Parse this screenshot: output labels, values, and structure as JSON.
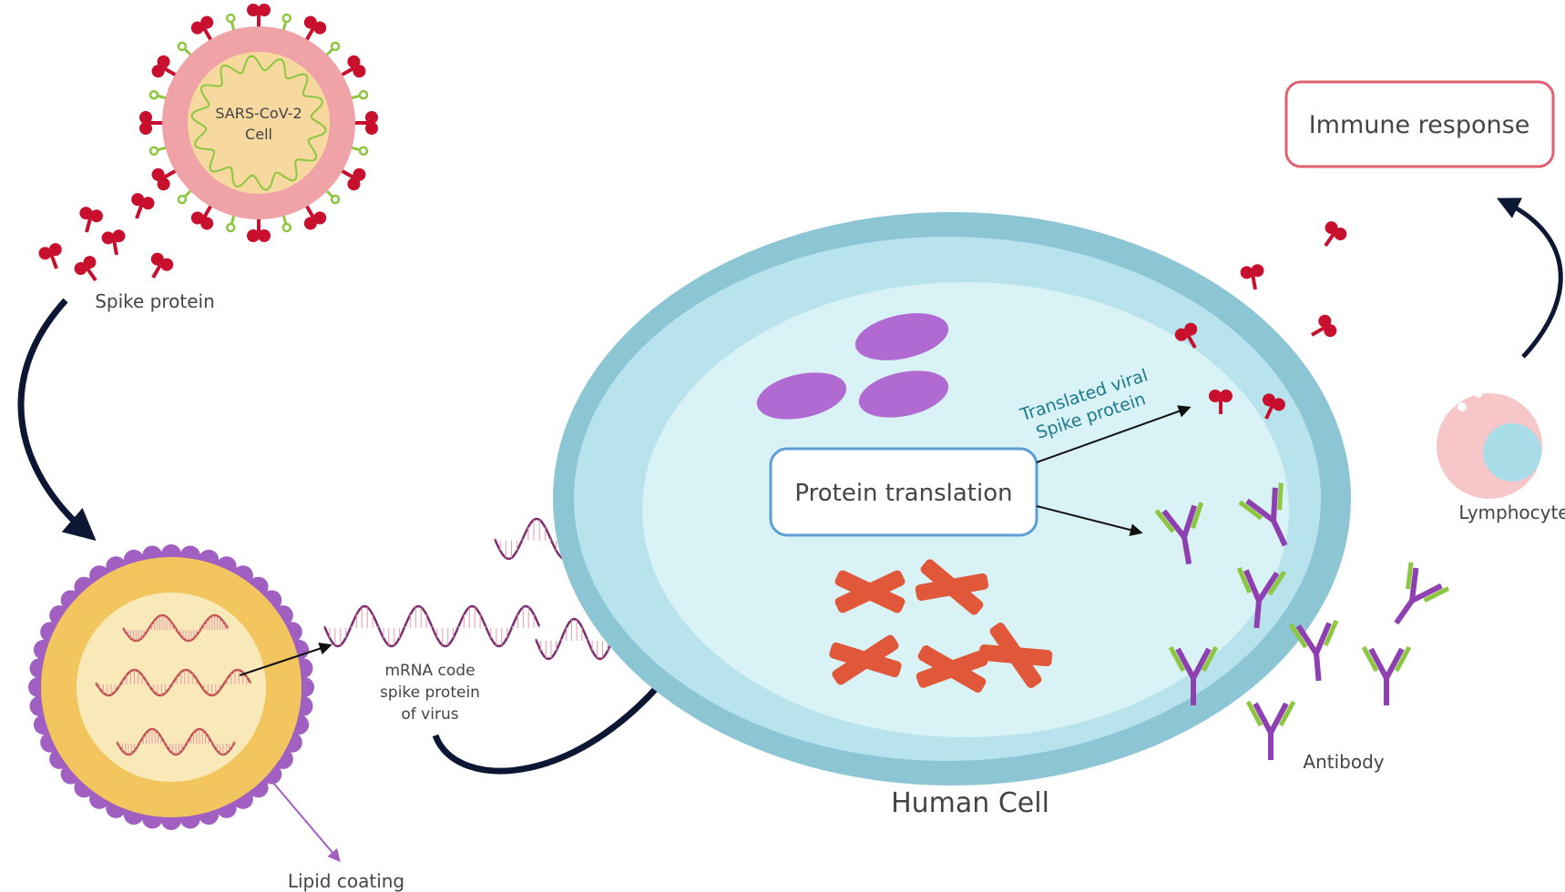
{
  "virus": {
    "line1": "SARS-CoV-2",
    "line2": "Cell"
  },
  "labels": {
    "spike_protein": "Spike protein",
    "mrna_line1": "mRNA code",
    "mrna_line2": "spike protein",
    "mrna_line3": "of virus",
    "lipid_coating": "Lipid coating",
    "human_cell": "Human Cell",
    "protein_translation": "Protein translation",
    "translated_line1": "Translated viral",
    "translated_line2": "Spike protein",
    "antibody": "Antibody",
    "lymphocyte": "Lymphocyte",
    "immune_response": "Immune response"
  },
  "colors": {
    "spike_red": "#c8102e",
    "spike_green": "#8dc63f",
    "virus_ring": "#f0a3a6",
    "virus_core": "#f7d9a0",
    "lipid_purple": "#a05fc1",
    "nanoparticle_core": "#f9e9b8",
    "mrna_purple": "#7b2d6f",
    "cell_outer": "#8cc6d4",
    "cell_inner": "#d9f2f6",
    "organelle_purple": "#b06ad1",
    "chromosome_red": "#e0573a",
    "antibody_purple": "#8e3fb0",
    "antibody_green": "#8dc63f",
    "arrow_navy": "#0d1633",
    "translation_box_border": "#5b9fd6",
    "immune_box_border": "#e0606f",
    "lymphocyte_pink": "#f6c6c8",
    "lymphocyte_nucleus": "#a8dde8"
  }
}
